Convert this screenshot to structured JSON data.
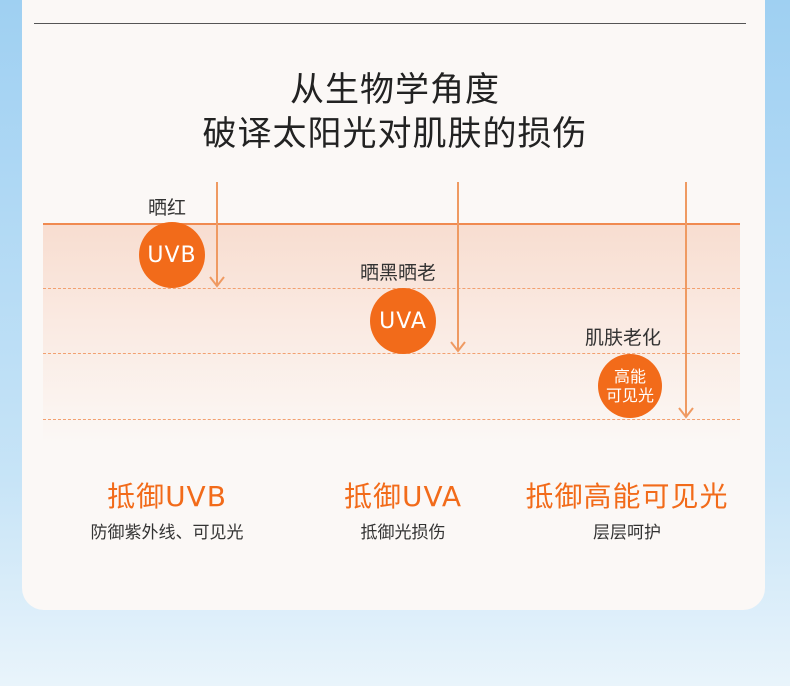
{
  "title": {
    "line1": "从生物学角度",
    "line2": "破译太阳光对肌肤的损伤"
  },
  "effects": [
    {
      "label": "晒红",
      "badge": "UVB"
    },
    {
      "label": "晒黑晒老",
      "badge": "UVA"
    },
    {
      "label": "肌肤老化",
      "badge_line1": "高能",
      "badge_line2": "可见光"
    }
  ],
  "columns": [
    {
      "title": "抵御UVB",
      "subtitle": "防御紫外线、可见光"
    },
    {
      "title": "抵御UVA",
      "subtitle": "抵御光损伤"
    },
    {
      "title": "抵御高能可见光",
      "subtitle": "层层呵护"
    }
  ],
  "colors": {
    "accent": "#f26b1a",
    "line": "#f08a50",
    "band": "#f8ddd0",
    "background": "#9fd0f2"
  }
}
